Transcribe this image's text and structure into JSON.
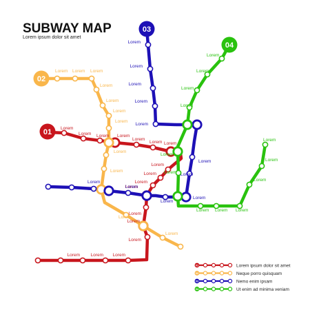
{
  "title": "SUBWAY MAP",
  "subtitle": "Lorem ipsum dolor sit amet",
  "colors": {
    "red": "#C8161D",
    "orange": "#F9B64B",
    "blue": "#1D10B6",
    "green": "#29C20E"
  },
  "lines": [
    {
      "id": "01",
      "color": "#C8161D",
      "legend": "Lorem ipsum dolor sit amet",
      "stations": [
        "Lorem",
        "Lorem",
        "Lorem",
        "Lorem",
        "Lorem",
        "Lorem",
        "Lorem",
        "Lorem",
        "Lorem",
        "Lorem",
        "Lorem",
        "Lorem",
        "Lorem",
        "Lorem",
        "Lorem",
        "Lorem",
        "Lorem"
      ]
    },
    {
      "id": "02",
      "color": "#F9B64B",
      "legend": "Neque porro quisquam",
      "stations": [
        "Lorem",
        "Lorem",
        "Lorem",
        "Lorem",
        "Lorem",
        "Lorem",
        "Lorem",
        "Lorem",
        "Lorem",
        "Lorem",
        "Lorem"
      ]
    },
    {
      "id": "03",
      "color": "#1D10B6",
      "legend": "Nemo enim ipsam",
      "stations": [
        "Lorem",
        "Lorem",
        "Lorem",
        "Lorem",
        "Lorem",
        "Lorem",
        "Lorem",
        "Lorem",
        "Lorem",
        "Lorem",
        "Lorem"
      ]
    },
    {
      "id": "04",
      "color": "#29C20E",
      "legend": "Ut enim ad minima veniam",
      "stations": [
        "Lorem",
        "Lorem",
        "Lorem",
        "Lorem",
        "Lorem",
        "Lorem",
        "Lorem",
        "Lorem",
        "Lorem",
        "Lorem",
        "Lorem",
        "Lorem"
      ]
    }
  ]
}
